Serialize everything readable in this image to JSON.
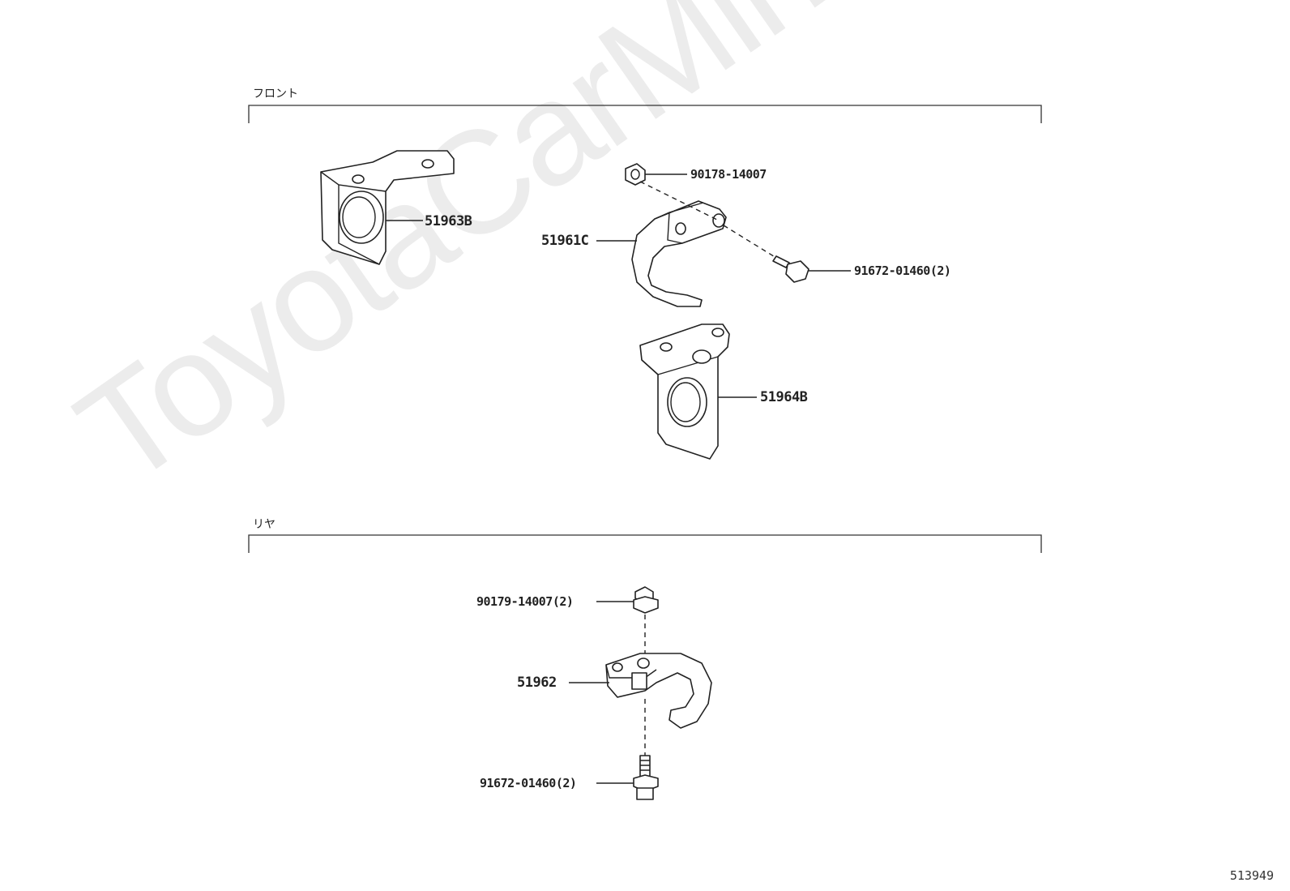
{
  "watermark": "ToyotaCarMine.ru",
  "image_id": "513949",
  "sections": [
    {
      "label": "フロント"
    },
    {
      "label": "リヤ"
    }
  ],
  "callouts": {
    "c51963b": "51963B",
    "c51961c": "51961C",
    "c90178": "90178-14007",
    "c91672a": "91672-01460(2)",
    "c51964b": "51964B",
    "c90179": "90179-14007(2)",
    "c51962": "51962",
    "c91672b": "91672-01460(2)"
  }
}
